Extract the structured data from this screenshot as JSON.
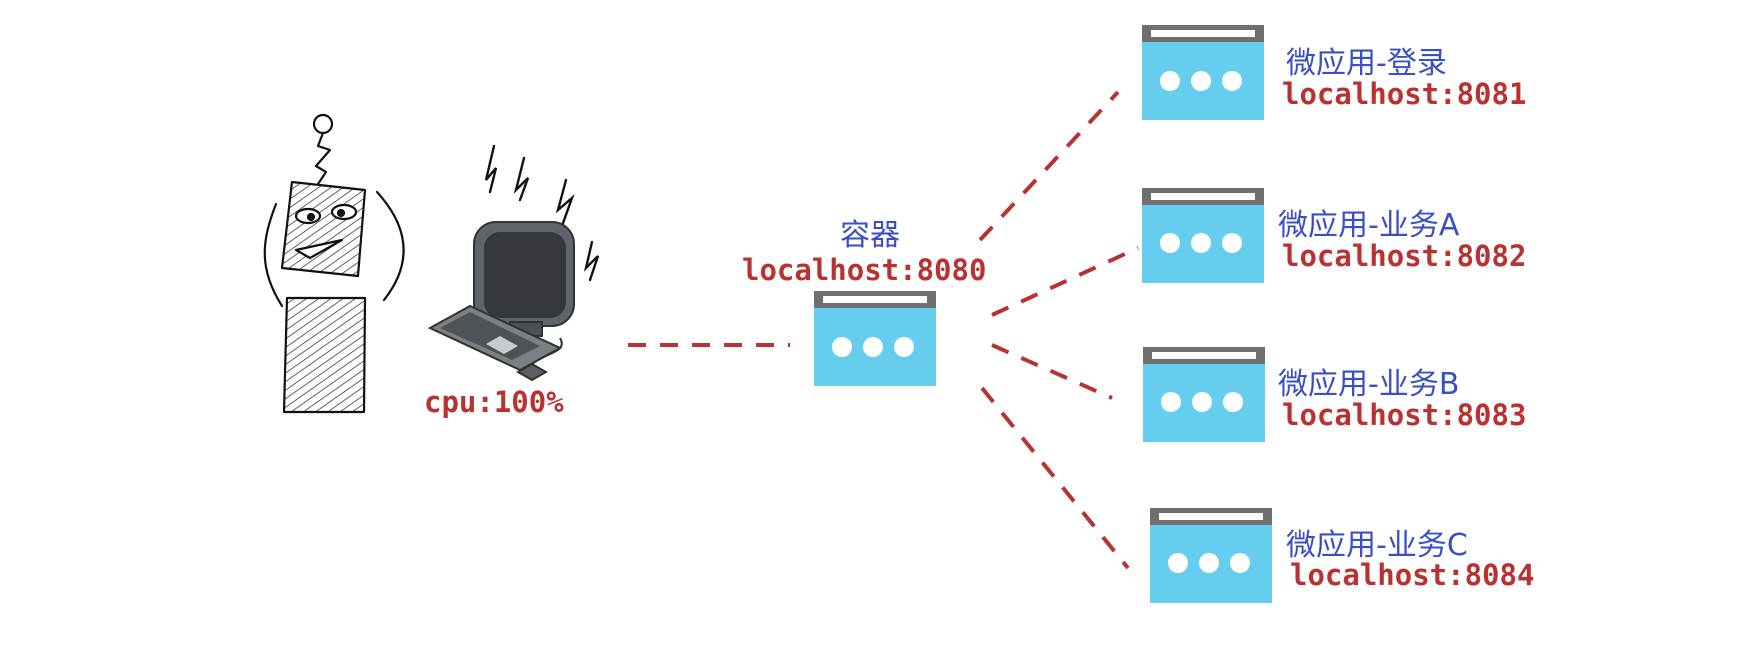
{
  "cpu_label": "cpu:100%",
  "container": {
    "title": "容器",
    "address": "localhost:8080"
  },
  "micro_apps": [
    {
      "title": "微应用-登录",
      "address": "localhost:8081"
    },
    {
      "title": "微应用-业务A",
      "address": "localhost:8082"
    },
    {
      "title": "微应用-业务B",
      "address": "localhost:8083"
    },
    {
      "title": "微应用-业务C",
      "address": "localhost:8084"
    }
  ],
  "colors": {
    "window_body": "#66cdef",
    "window_bar": "#6f6f6f",
    "connector": "#b83232",
    "app_title": "#3a4fc4",
    "address": "#b83232"
  },
  "icons": {
    "stressed_person": "stressed-person-icon",
    "computer": "computer-icon",
    "app_window": "app-window-icon"
  }
}
